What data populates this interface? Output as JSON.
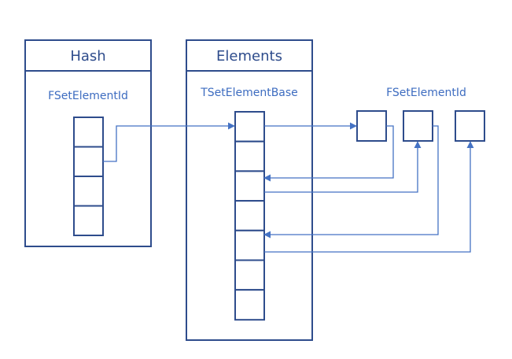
{
  "hash_box": {
    "title": "Hash",
    "type_label": "FSetElementId",
    "cell_count": 4
  },
  "elements_box": {
    "title": "Elements",
    "type_label": "TSetElementBase",
    "cell_count": 7
  },
  "id_group": {
    "type_label": "FSetElementId",
    "node_count": 3
  },
  "colors": {
    "box_stroke": "#2e4c8c",
    "arrow": "#4472c4",
    "title_text": "#2e4c8c",
    "label_text": "#3d6cc0"
  }
}
